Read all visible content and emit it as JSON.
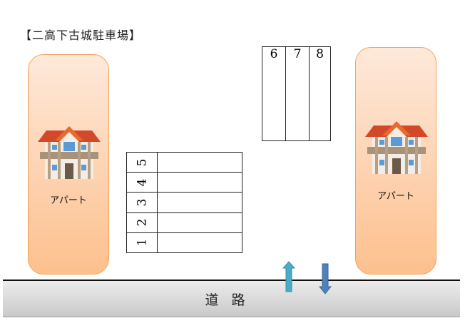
{
  "title": "【二高下古城駐車場】",
  "buildings": [
    {
      "label": "アパート"
    },
    {
      "label": "アパート"
    }
  ],
  "parking_left": {
    "spaces": [
      "5",
      "4",
      "3",
      "2",
      "1"
    ]
  },
  "parking_top": {
    "spaces": [
      "6",
      "7",
      "8"
    ]
  },
  "road": {
    "label": "道路"
  },
  "arrows": {
    "in_color": "#4bacc6",
    "out_color": "#4f81bd"
  },
  "colors": {
    "building_fill": "#fdd3b0",
    "building_border": "#f4a25a"
  }
}
